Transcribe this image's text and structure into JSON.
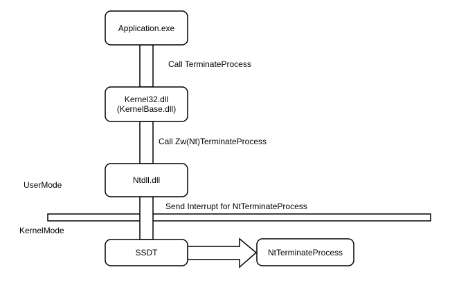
{
  "nodes": {
    "application": "Application.exe",
    "kernel32_line1": "Kernel32.dll",
    "kernel32_line2": "(KernelBase.dll)",
    "ntdll": "Ntdll.dll",
    "ssdt": "SSDT",
    "ntterminate": "NtTerminateProcess"
  },
  "edges": {
    "call_terminate": "Call TerminateProcess",
    "call_zw": "Call Zw(Nt)TerminateProcess",
    "send_interrupt": "Send Interrupt for NtTerminateProcess"
  },
  "modes": {
    "user": "UserMode",
    "kernel": "KernelMode"
  }
}
